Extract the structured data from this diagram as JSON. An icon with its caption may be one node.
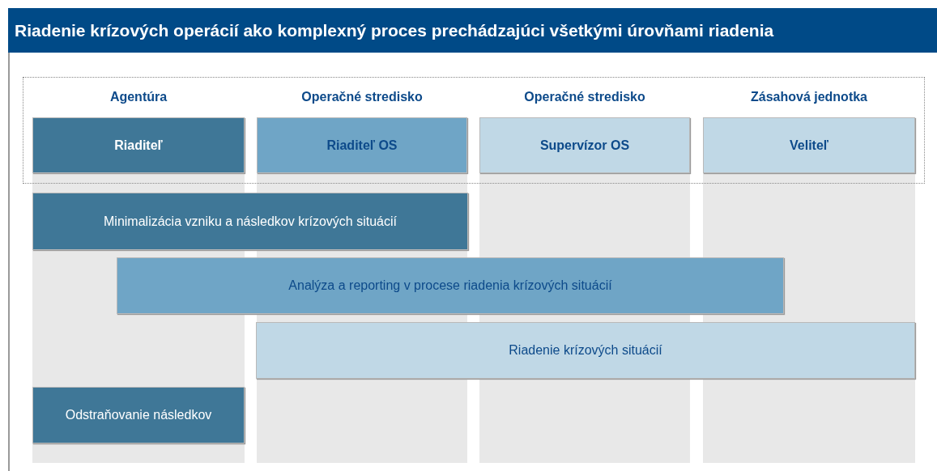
{
  "diagram": {
    "title": "Riadenie krízových operácií ako komplexný proces prechádzajúci všetkými úrovňami riadenia",
    "nodes": [
      {
        "text": [
          "Agentúra",
          "Riaditeľ"
        ]
      },
      {
        "text": [
          "Operačné stredisko",
          "Riaditeľ OS"
        ]
      },
      {
        "text": [
          "Operačné stredisko",
          "Supervízor OS"
        ]
      },
      {
        "text": [
          "Zásahová jednotka",
          "Veliteľ"
        ]
      },
      {
        "text": [
          "Minimalizácia vzniku a následkov krízových situácií"
        ]
      },
      {
        "text": [
          "Analýza a reporting v procese riadenia krízových situácií"
        ]
      },
      {
        "text": [
          "Riadenie krízových situácií"
        ]
      },
      {
        "text": [
          "Odstraňovanie následkov"
        ]
      }
    ]
  }
}
